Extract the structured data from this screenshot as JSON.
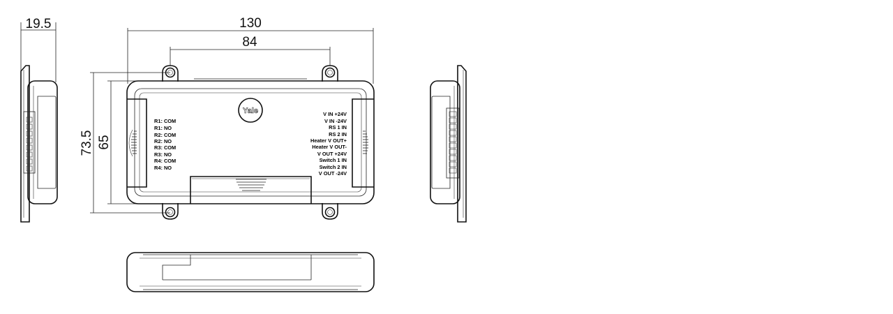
{
  "dimensions": {
    "side_depth": "19.5",
    "overall_width": "130",
    "mount_hole_spacing": "84",
    "overall_height": "73.5",
    "body_height": "65"
  },
  "logo": {
    "brand": "Yale"
  },
  "left_terminal_labels": [
    "R1: COM",
    "R1: NO",
    "R2: COM",
    "R2: NO",
    "R3: COM",
    "R3: NO",
    "R4: COM",
    "R4: NO"
  ],
  "right_terminal_labels": [
    "V IN +24V",
    "V IN -24V",
    "RS 1 IN",
    "RS 2 IN",
    "Heater V OUT+",
    "Heater V OUT-",
    "V OUT +24V",
    "Switch 1 IN",
    "Switch 2 IN",
    "V OUT -24V"
  ]
}
